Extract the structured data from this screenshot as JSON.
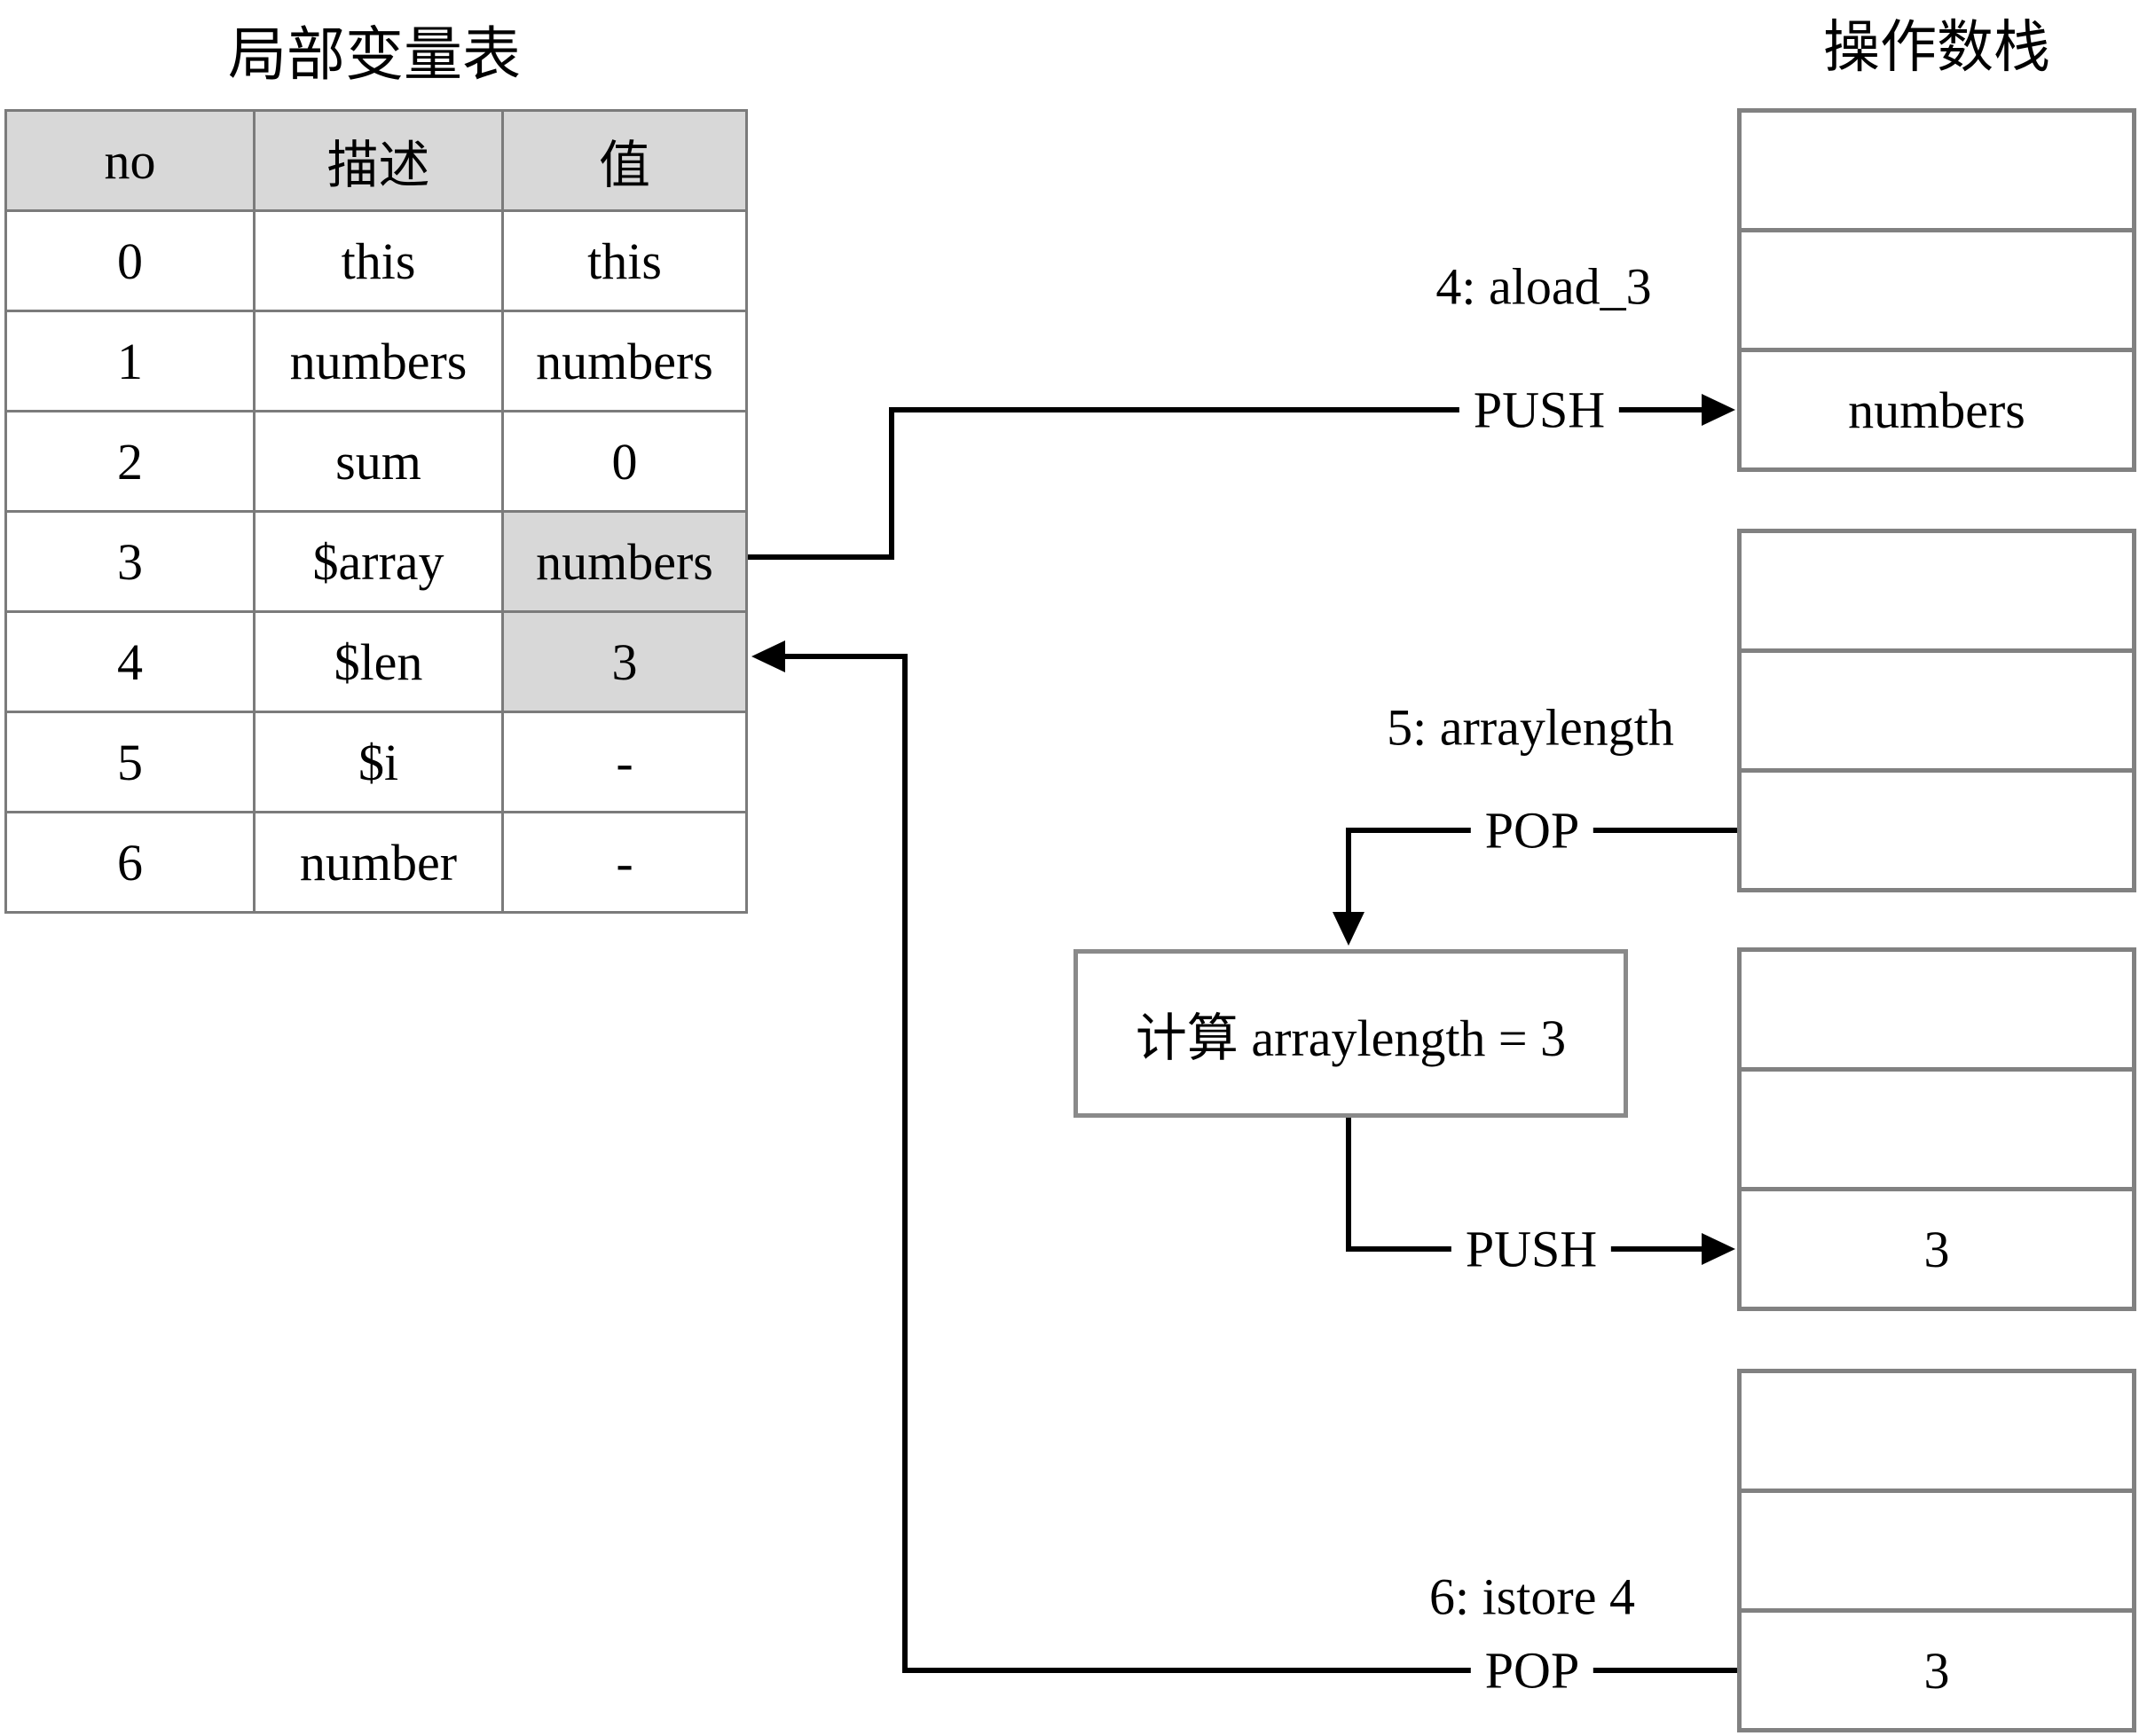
{
  "titles": {
    "local_table": "局部变量表",
    "operand_stack": "操作数栈"
  },
  "table": {
    "headers": {
      "no": "no",
      "desc": "描述",
      "value": "值"
    },
    "rows": [
      {
        "no": "0",
        "desc": "this",
        "value": "this"
      },
      {
        "no": "1",
        "desc": "numbers",
        "value": "numbers"
      },
      {
        "no": "2",
        "desc": "sum",
        "value": "0"
      },
      {
        "no": "3",
        "desc": "$array",
        "value": "numbers"
      },
      {
        "no": "4",
        "desc": "$len",
        "value": "3"
      },
      {
        "no": "5",
        "desc": "$i",
        "value": "-"
      },
      {
        "no": "6",
        "desc": "number",
        "value": "-"
      }
    ]
  },
  "instructions": {
    "i4": "4: aload_3",
    "i5": "5: arraylength",
    "i6": "6: istore 4"
  },
  "operations": {
    "push1": "PUSH",
    "pop1": "POP",
    "push2": "PUSH",
    "pop2": "POP"
  },
  "compute_box": {
    "label": "计算 arraylength = 3"
  },
  "stacks": {
    "s1": {
      "cells": [
        "",
        "",
        "numbers"
      ]
    },
    "s2": {
      "cells": [
        "",
        "",
        ""
      ]
    },
    "s3": {
      "cells": [
        "",
        "",
        "3"
      ]
    },
    "s4": {
      "cells": [
        "",
        "",
        "3"
      ]
    }
  },
  "colors": {
    "table_border": "#7b7b7b",
    "stack_border": "#818181",
    "shade": "#d8d8d8",
    "line": "#000000"
  }
}
